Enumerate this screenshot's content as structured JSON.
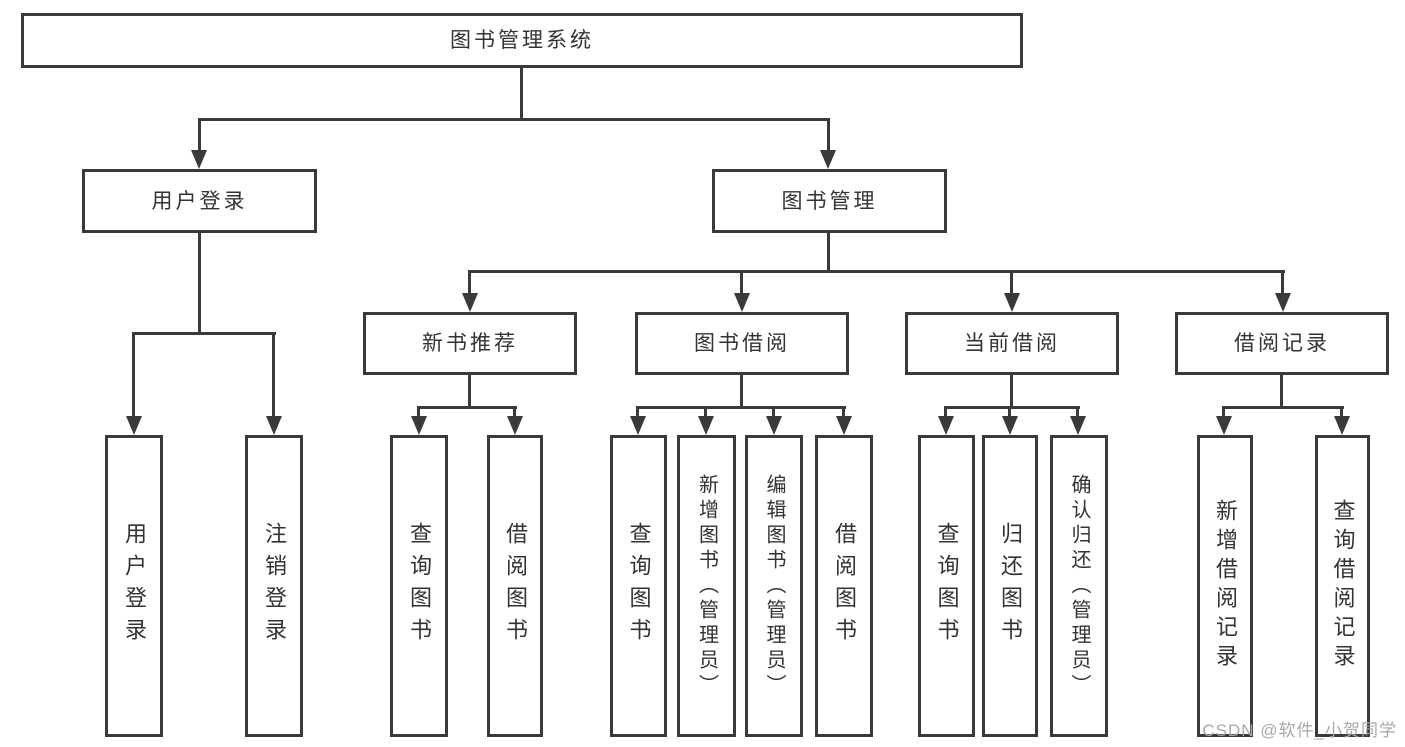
{
  "diagram": {
    "title": "图书管理系统",
    "root": {
      "label": "图书管理系统"
    },
    "branches": [
      {
        "label": "用户登录",
        "children": [
          {
            "label": "用户登录"
          },
          {
            "label": "注销登录"
          }
        ]
      },
      {
        "label": "图书管理",
        "children": [
          {
            "label": "新书推荐",
            "children": [
              {
                "label": "查询图书"
              },
              {
                "label": "借阅图书"
              }
            ]
          },
          {
            "label": "图书借阅",
            "children": [
              {
                "label": "查询图书"
              },
              {
                "label": "新增图书（管理员）"
              },
              {
                "label": "编辑图书（管理员）"
              },
              {
                "label": "借阅图书"
              }
            ]
          },
          {
            "label": "当前借阅",
            "children": [
              {
                "label": "查询图书"
              },
              {
                "label": "归还图书"
              },
              {
                "label": "确认归还（管理员）"
              }
            ]
          },
          {
            "label": "借阅记录",
            "children": [
              {
                "label": "新增借阅记录"
              },
              {
                "label": "查询借阅记录"
              }
            ]
          }
        ]
      }
    ]
  },
  "watermark": {
    "text": "CSDN @软件_小贺同学"
  },
  "colors": {
    "line": "#3a3a3a",
    "text": "#333333",
    "background": "#ffffff",
    "watermark": "#a9a9a9"
  }
}
